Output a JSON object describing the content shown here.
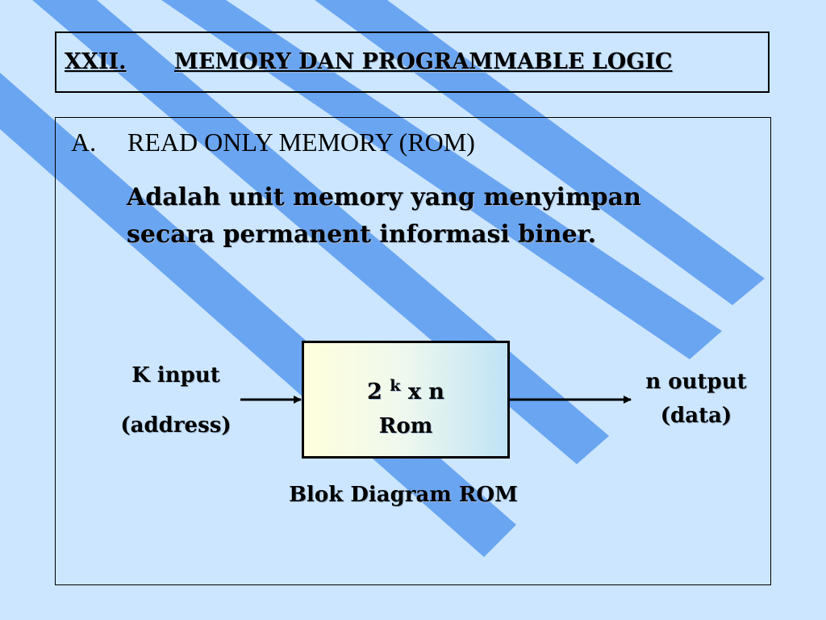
{
  "slide": {
    "number": "XXII.",
    "title": "MEMORY DAN PROGRAMMABLE LOGIC"
  },
  "section": {
    "letter": "A.",
    "heading": "READ ONLY MEMORY (ROM)",
    "description_line1": "Adalah unit memory yang menyimpan",
    "description_line2": "secara permanent informasi biner."
  },
  "diagram": {
    "block": {
      "base": "2",
      "exponent": "k",
      "suffix": "x n",
      "name": "Rom"
    },
    "input_label": "K input",
    "input_sublabel": "(address)",
    "output_label": "n output",
    "output_sublabel": "(data)",
    "caption": "Blok Diagram ROM"
  },
  "colors": {
    "background": "#cce6ff",
    "stripe": "#6aa5f2",
    "block_gradient_start": "#ffffdd",
    "block_gradient_end": "#bfe3f6"
  }
}
